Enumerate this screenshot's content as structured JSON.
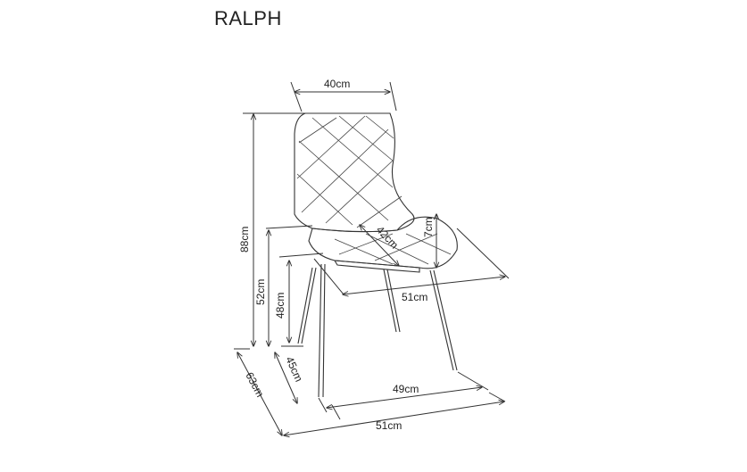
{
  "product": {
    "name": "RALPH"
  },
  "dimensions": {
    "back_width": "40cm",
    "total_height": "88cm",
    "arm_height": "52cm",
    "seat_height": "48cm",
    "seat_depth": "42cm",
    "cushion_thickness": "7cm",
    "seat_width": "51cm",
    "leg_depth": "45cm",
    "leg_width": "49cm",
    "overall_depth": "63cm",
    "overall_width": "51cm"
  }
}
